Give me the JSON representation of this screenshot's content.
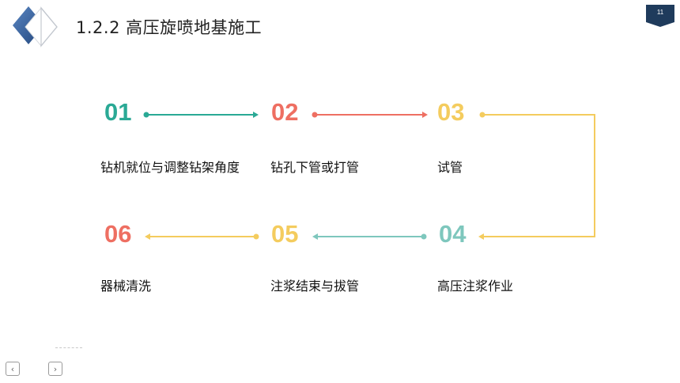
{
  "header": {
    "title": "1.2.2  高压旋喷地基施工",
    "page_number": "11"
  },
  "steps": [
    {
      "number": "01",
      "label": "钻机就位与调整钻架角度",
      "color": "#2aa995"
    },
    {
      "number": "02",
      "label": "钻孔下管或打管",
      "color": "#ee6f62"
    },
    {
      "number": "03",
      "label": "试管",
      "color": "#f4cc5e"
    },
    {
      "number": "04",
      "label": "高压注浆作业",
      "color": "#7ec7bd"
    },
    {
      "number": "05",
      "label": "注浆结束与拔管",
      "color": "#f4cc5e"
    },
    {
      "number": "06",
      "label": "器械清洗",
      "color": "#ee6f62"
    }
  ],
  "connector_colors": {
    "01-02": "#2aa995",
    "02-03": "#ee6f62",
    "03-04": "#f4cc5e",
    "04-05": "#7ec7bd",
    "05-06": "#f4cc5e"
  },
  "nav": {
    "prev_icon": "chevron-left-icon",
    "next_icon": "chevron-right-icon",
    "prev_glyph": "‹",
    "next_glyph": "›"
  },
  "theme": {
    "logo_blue": "#2f5b9a",
    "badge_navy": "#1f3b5c"
  }
}
